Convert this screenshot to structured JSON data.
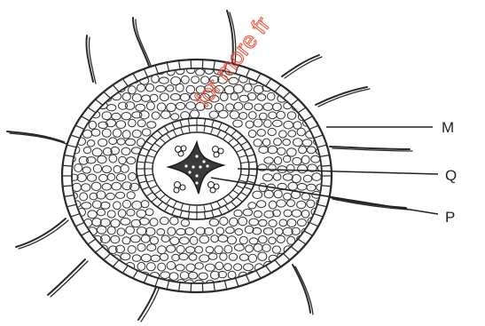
{
  "diagram": {
    "labels": [
      {
        "id": "M",
        "text": "M"
      },
      {
        "id": "Q",
        "text": "Q"
      },
      {
        "id": "P",
        "text": "P"
      }
    ],
    "watermark": "for more fr"
  }
}
